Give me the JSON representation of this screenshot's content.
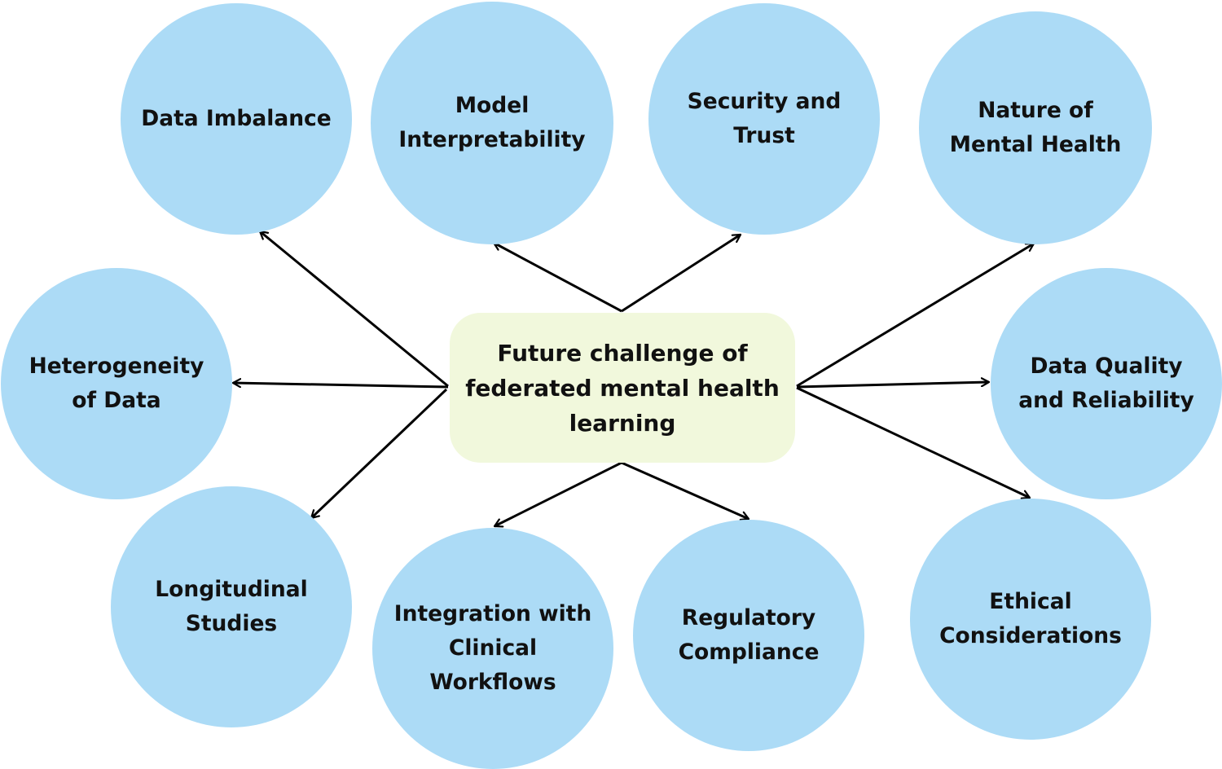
{
  "center": {
    "label": "Future challenge of federated mental health learning"
  },
  "nodes": [
    {
      "id": "data-imbalance",
      "label": "Data Imbalance"
    },
    {
      "id": "model-interpretability",
      "label": "Model Interpretability"
    },
    {
      "id": "security-and-trust",
      "label": "Security and Trust"
    },
    {
      "id": "nature-of-mental-health",
      "label": "Nature of Mental Health"
    },
    {
      "id": "heterogeneity-of-data",
      "label": "Heterogeneity of Data"
    },
    {
      "id": "data-quality-and-reliability",
      "label": "Data Quality and Reliability"
    },
    {
      "id": "longitudinal-studies",
      "label": "Longitudinal Studies"
    },
    {
      "id": "integration-with-clinical-workflows",
      "label": "Integration with Clinical Workflows"
    },
    {
      "id": "regulatory-compliance",
      "label": "Regulatory Compliance"
    },
    {
      "id": "ethical-considerations",
      "label": "Ethical Considerations"
    }
  ],
  "colors": {
    "node_fill": "#acdbf6",
    "center_fill": "#f1f8dc",
    "arrow": "#000000",
    "text": "#111111"
  }
}
